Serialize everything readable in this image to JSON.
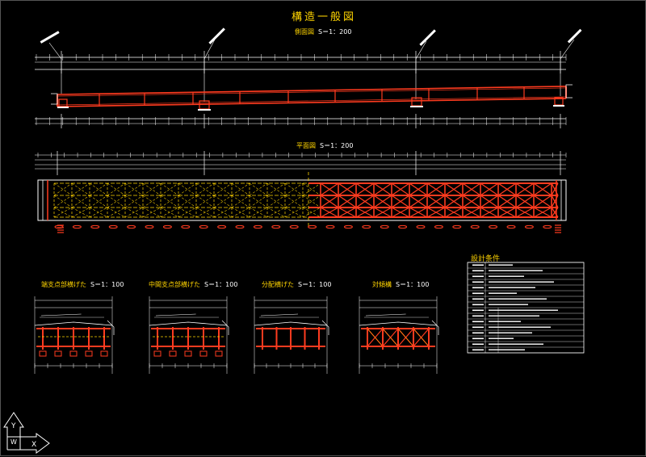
{
  "drawing": {
    "title": "構造一般図",
    "side_view": {
      "label": "側面図",
      "scale": "S＝1：200"
    },
    "plan_view": {
      "label": "平面図",
      "scale": "S＝1：200"
    },
    "sections": [
      {
        "label": "端支点部横げた",
        "scale": "S＝1：100"
      },
      {
        "label": "中間支点部横げた",
        "scale": "S＝1：100"
      },
      {
        "label": "分配横げた",
        "scale": "S＝1：100"
      },
      {
        "label": "対傾構",
        "scale": "S＝1：100"
      }
    ],
    "design_conditions": {
      "label": "設計条件"
    },
    "ucs": {
      "y": "Y",
      "w": "W",
      "x": "X"
    }
  },
  "colors": {
    "background": "#000000",
    "lines": "#ffffff",
    "girder": "#ff3b1f",
    "bracing": "#ffd400",
    "title": "#ffd400"
  }
}
